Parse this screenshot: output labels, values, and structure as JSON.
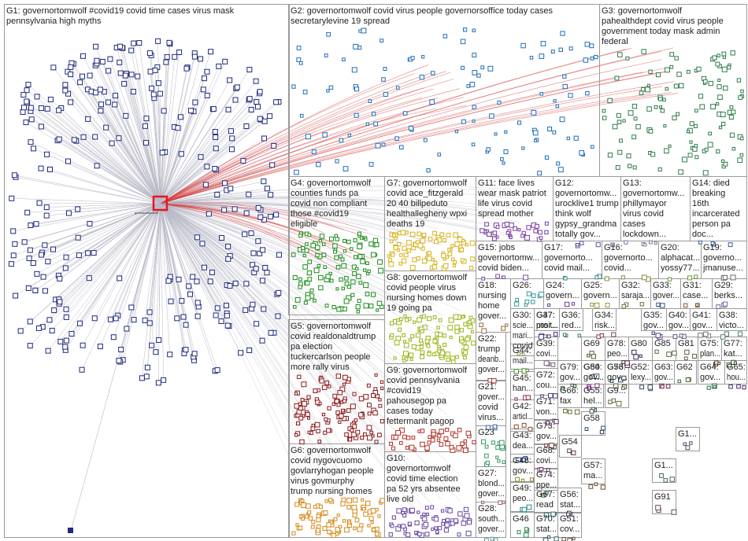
{
  "colors": {
    "background": "#ffffff",
    "box_border": "#9a9a9a",
    "label_text": "#222222",
    "hub_edge": "#b9b9c7",
    "cross_edge": "#d43a3a",
    "hub_highlight": "#e8141e"
  },
  "groups": [
    {
      "id": "G1",
      "lines": [
        "G1: governortomwolf #covid19 covid time cases virus mask",
        "pennsylvania high myths"
      ],
      "color": "#1e2a7a"
    },
    {
      "id": "G2",
      "lines": [
        "G2: governortomwolf covid virus people governorsoffice today cases",
        "secretarylevine 19 spread"
      ],
      "color": "#1e6fb8"
    },
    {
      "id": "G3",
      "lines": [
        "G3: governortomwolf",
        "pahealthdept covid virus people",
        "government today mask admin",
        "federal"
      ],
      "color": "#2f7d4a"
    },
    {
      "id": "G4",
      "lines": [
        "G4: governortomwolf",
        "counties funds pa",
        "covid non compliant",
        "those #covid19",
        "eligible"
      ],
      "color": "#1b8c1b"
    },
    {
      "id": "G5",
      "lines": [
        "G5: governortomwolf",
        "covid realdonaldtrump",
        "pa election",
        "tuckercarlson people",
        "more rally virus"
      ],
      "color": "#8c1a1a"
    },
    {
      "id": "G6",
      "lines": [
        "G6: governortomwolf",
        "covid nygovcuomo",
        "govlarryhogan people",
        "virus govmurphy",
        "trump nursing homes"
      ],
      "color": "#d68a1a"
    },
    {
      "id": "G7",
      "lines": [
        "G7: governortomwolf",
        "covid ace_fitzgerald",
        "20 40 billpeduto",
        "healthallegheny wpxi",
        "deaths 19"
      ],
      "color": "#d6b21a"
    },
    {
      "id": "G8",
      "lines": [
        "G8: governortomwolf",
        "covid people virus",
        "nursing homes down",
        "19 going pa"
      ],
      "color": "#9ab51a"
    },
    {
      "id": "G9",
      "lines": [
        "G9: governortomwolf",
        "covid pennsylvania",
        "#covid19",
        "pahousegop pa",
        "cases today",
        "fettermanlt pagop"
      ],
      "color": "#b0342a"
    },
    {
      "id": "G10",
      "lines": [
        "G10:",
        "governortomwolf",
        "covid time election",
        "pa 52 yrs absentee",
        "live old"
      ],
      "color": "#6a4aa0"
    },
    {
      "id": "G11",
      "lines": [
        "G11: face lives",
        "wear mask patriot",
        "life virus covid",
        "spread mother"
      ],
      "color": "#7a3fa0"
    },
    {
      "id": "G12",
      "lines": [
        "G12:",
        "governortomw...",
        "urocklive1 trump",
        "think wolf",
        "gypsy_grandma",
        "totally gov..."
      ],
      "color": "#5a5aa0"
    },
    {
      "id": "G13",
      "lines": [
        "G13:",
        "governortomw...",
        "phillymayor",
        "virus covid",
        "cases",
        "lockdown..."
      ],
      "color": "#7a7a9a"
    },
    {
      "id": "G14",
      "lines": [
        "G14: died",
        "breaking",
        "16th",
        "incarcerated",
        "person pa",
        "doc..."
      ],
      "color": "#3a5aa0"
    },
    {
      "id": "G15",
      "lines": [
        "G15: jobs",
        "governortomw...",
        "covid biden..."
      ],
      "color": "#7a4aa0"
    },
    {
      "id": "G16",
      "lines": [
        "G16:",
        "governorto...",
        "covid..."
      ],
      "color": "#8a8a3a"
    },
    {
      "id": "G17",
      "lines": [
        "G17:",
        "governorto...",
        "covid mail..."
      ],
      "color": "#3a8a8a"
    },
    {
      "id": "G18",
      "lines": [
        "G18:",
        "nursing",
        "home",
        "gover..."
      ],
      "color": "#9a6a3a"
    },
    {
      "id": "G19",
      "lines": [
        "G19:",
        "governo...",
        "jmanuse..."
      ],
      "color": "#6a6a6a"
    },
    {
      "id": "G20",
      "lines": [
        "G20:",
        "alphacat...",
        "yossy77..."
      ],
      "color": "#6a9a3a"
    },
    {
      "id": "G21",
      "lines": [
        "G21:",
        "gover...",
        "covid",
        "virus..."
      ],
      "color": "#3a6a9a"
    },
    {
      "id": "G22",
      "lines": [
        "G22:",
        "trump",
        "deanb...",
        "gover..."
      ],
      "color": "#9a3a3a"
    },
    {
      "id": "G23",
      "lines": [
        "G23"
      ],
      "color": "#3a9a6a"
    },
    {
      "id": "G24",
      "lines": [
        "G24:",
        "govern..."
      ],
      "color": "#6a3a9a"
    },
    {
      "id": "G25",
      "lines": [
        "G25:",
        "govern..."
      ],
      "color": "#9a9a3a"
    },
    {
      "id": "G26",
      "lines": [
        "G26:"
      ],
      "color": "#3a9a9a"
    },
    {
      "id": "G27",
      "lines": [
        "G27:",
        "blond...",
        "gover..."
      ],
      "color": "#9a6a6a"
    },
    {
      "id": "G28",
      "lines": [
        "G28:",
        "south...",
        "gover..."
      ],
      "color": "#6a9a9a"
    },
    {
      "id": "G29",
      "lines": [
        "G29:",
        "berks..."
      ],
      "color": "#6a6a9a"
    },
    {
      "id": "G30",
      "lines": [
        "G30:",
        "scie...",
        "mari...",
        "covid"
      ],
      "color": "#9a9a6a"
    },
    {
      "id": "G31",
      "lines": [
        "G31:",
        "case..."
      ],
      "color": "#7a5a3a"
    },
    {
      "id": "G32",
      "lines": [
        "G32:",
        "saraja..."
      ],
      "color": "#5a7a3a"
    },
    {
      "id": "G33",
      "lines": [
        "G33:",
        "gover..."
      ],
      "color": "#3a5a7a"
    },
    {
      "id": "G34",
      "lines": [
        "G34:",
        "risk..."
      ],
      "color": "#7a3a5a"
    },
    {
      "id": "G35",
      "lines": [
        "G35:",
        "gov..."
      ],
      "color": "#5a3a7a"
    },
    {
      "id": "G36",
      "lines": [
        "G36:",
        "red..."
      ],
      "color": "#3a7a5a"
    },
    {
      "id": "G37",
      "lines": [
        "G37:",
        "posit..."
      ],
      "color": "#7a7a5a"
    },
    {
      "id": "G38",
      "lines": [
        "G38:",
        "victo..."
      ],
      "color": "#5a7a7a"
    },
    {
      "id": "G39",
      "lines": [
        "G39:",
        "covi..."
      ],
      "color": "#7a5a7a"
    },
    {
      "id": "G40",
      "lines": [
        "G40:",
        "gov..."
      ],
      "color": "#5a5a7a"
    },
    {
      "id": "G41",
      "lines": [
        "G41:",
        "gov..."
      ],
      "color": "#7a7a7a"
    },
    {
      "id": "G42",
      "lines": [
        "G42:",
        "articl..."
      ],
      "color": "#8a4a2a"
    },
    {
      "id": "G43",
      "lines": [
        "G43:",
        "dea..."
      ],
      "color": "#2a4a8a"
    },
    {
      "id": "G44",
      "lines": [
        "G44:",
        "mail..."
      ],
      "color": "#4a8a2a"
    },
    {
      "id": "G45",
      "lines": [
        "G45:",
        "han..."
      ],
      "color": "#8a2a4a"
    },
    {
      "id": "G46",
      "lines": [
        "G46"
      ],
      "color": "#2a8a4a"
    },
    {
      "id": "G47",
      "lines": [
        "G47:",
        "mor..."
      ],
      "color": "#4a2a8a"
    },
    {
      "id": "G48",
      "lines": [
        "G48:",
        "gov..."
      ],
      "color": "#8a8a2a"
    },
    {
      "id": "G49",
      "lines": [
        "G49:",
        "peo..."
      ],
      "color": "#2a8a8a"
    },
    {
      "id": "G50",
      "lines": [
        "G50:",
        "gov..."
      ],
      "color": "#8a2a8a"
    },
    {
      "id": "G51",
      "lines": [
        "G51:",
        "cov..."
      ],
      "color": "#5a4a3a"
    },
    {
      "id": "G52",
      "lines": [
        "G52:",
        "lexy..."
      ],
      "color": "#3a4a5a"
    },
    {
      "id": "G53",
      "lines": [
        "G53:",
        "gov..."
      ],
      "color": "#4a5a3a"
    },
    {
      "id": "G54",
      "lines": [
        "G54"
      ],
      "color": "#5a3a4a"
    },
    {
      "id": "G55",
      "lines": [
        "G55:",
        "hel..."
      ],
      "color": "#3a5a4a"
    },
    {
      "id": "G56",
      "lines": [
        "G56:",
        "stat..."
      ],
      "color": "#4a3a5a"
    },
    {
      "id": "G57",
      "lines": [
        "G57:",
        "ma..."
      ],
      "color": "#6a4a2a"
    },
    {
      "id": "G58",
      "lines": [
        "G58"
      ],
      "color": "#2a4a6a"
    },
    {
      "id": "G62",
      "lines": [
        "G62"
      ],
      "color": "#4a6a2a"
    },
    {
      "id": "G63",
      "lines": [
        "G63:",
        "gov..."
      ],
      "color": "#6a2a4a"
    },
    {
      "id": "G64",
      "lines": [
        "G64:",
        "gov..."
      ],
      "color": "#2a6a4a"
    },
    {
      "id": "G65",
      "lines": [
        "G65:",
        "hou..."
      ],
      "color": "#4a2a6a"
    },
    {
      "id": "G66",
      "lines": [
        "G66:",
        "fax"
      ],
      "color": "#6a6a2a"
    },
    {
      "id": "G67",
      "lines": [
        "G67:",
        "read"
      ],
      "color": "#2a6a6a"
    },
    {
      "id": "G68",
      "lines": [
        "G68:",
        "covi..."
      ],
      "color": "#6a2a6a"
    },
    {
      "id": "G69",
      "lines": [
        "G69"
      ],
      "color": "#5a5a2a"
    },
    {
      "id": "G70",
      "lines": [
        "G70:",
        "stat..."
      ],
      "color": "#2a5a5a"
    },
    {
      "id": "G71",
      "lines": [
        "G71:",
        "von..."
      ],
      "color": "#5a2a5a"
    },
    {
      "id": "G72",
      "lines": [
        "G72:",
        "cou..."
      ],
      "color": "#3a3a6a"
    },
    {
      "id": "G73",
      "lines": [
        "G73:",
        "gov..."
      ],
      "color": "#6a3a3a"
    },
    {
      "id": "G74",
      "lines": [
        "G74:",
        "ppe..."
      ],
      "color": "#3a6a3a"
    },
    {
      "id": "G75",
      "lines": [
        "G75:",
        "plan..."
      ],
      "color": "#5a3a2a"
    },
    {
      "id": "G76",
      "lines": [
        "G76"
      ],
      "color": "#2a3a5a"
    },
    {
      "id": "G77",
      "lines": [
        "G77:",
        "kat..."
      ],
      "color": "#3a5a2a"
    },
    {
      "id": "G78",
      "lines": [
        "G78:",
        "peo..."
      ],
      "color": "#5a2a3a"
    },
    {
      "id": "G79",
      "lines": [
        "G79:",
        "gov..."
      ],
      "color": "#2a5a3a"
    },
    {
      "id": "G80",
      "lines": [
        "G80"
      ],
      "color": "#3a2a5a"
    },
    {
      "id": "G81",
      "lines": [
        "G81"
      ],
      "color": "#6a5a4a"
    },
    {
      "id": "G84",
      "lines": [
        "G84"
      ],
      "color": "#4a5a6a"
    },
    {
      "id": "G85",
      "lines": [
        "G85"
      ],
      "color": "#5a6a4a"
    },
    {
      "id": "G91",
      "lines": [
        "G91"
      ],
      "color": "#6a4a5a"
    },
    {
      "id": "G1_",
      "lines": [
        "G1..."
      ],
      "color": "#4a6a5a"
    },
    {
      "id": "G1__",
      "lines": [
        "G1..."
      ],
      "color": "#5a4a6a"
    },
    {
      "id": "G9",
      "lines": [
        "G9..."
      ],
      "color": "#6a6a4a"
    }
  ],
  "hub_label": "governortomwolf"
}
